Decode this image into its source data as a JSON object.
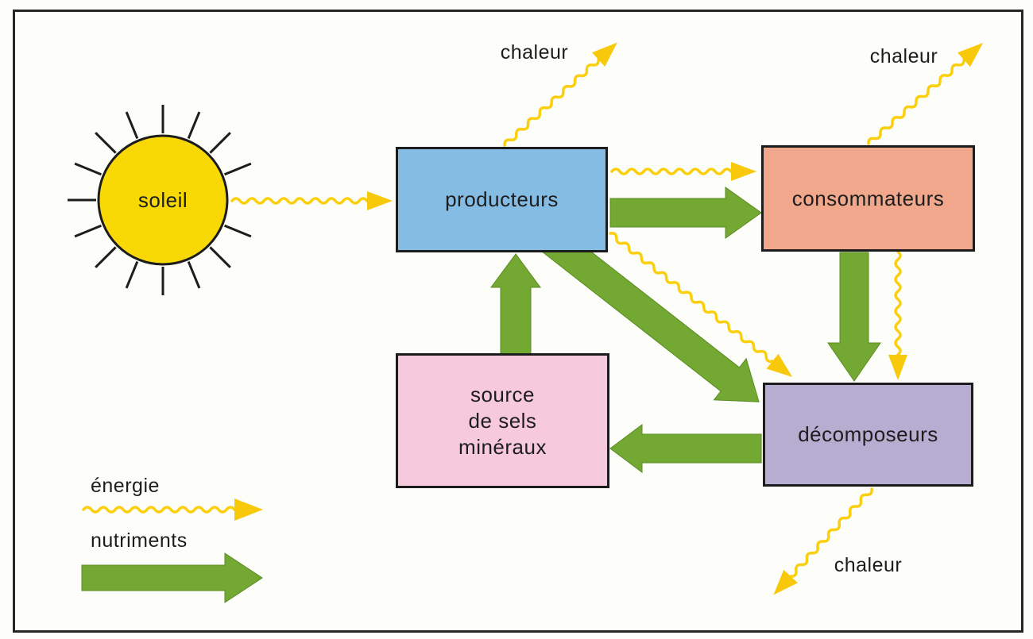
{
  "diagram": {
    "description": "ecosystem energy and nutrient flow diagram",
    "nodes": {
      "soleil": {
        "label": "soleil",
        "color": "#f8d906",
        "shape": "sun"
      },
      "producteurs": {
        "label": "producteurs",
        "color": "#85bce3",
        "shape": "rect"
      },
      "consommateurs": {
        "label": "consommateurs",
        "color": "#f0a78c",
        "shape": "rect"
      },
      "source_sels_mineraux": {
        "line1": "source",
        "line2": "de sels",
        "line3": "minéraux",
        "color": "#f7c9dc",
        "shape": "rect"
      },
      "decomposeurs": {
        "label": "décomposeurs",
        "color": "#b6add1",
        "shape": "rect"
      }
    },
    "heat_labels": {
      "top_center": "chaleur",
      "top_right": "chaleur",
      "bottom_right": "chaleur"
    },
    "energy_flows": [
      {
        "from": "soleil",
        "to": "producteurs"
      },
      {
        "from": "producteurs",
        "to": "chaleur (haut)"
      },
      {
        "from": "producteurs",
        "to": "consommateurs"
      },
      {
        "from": "producteurs",
        "to": "décomposeurs"
      },
      {
        "from": "consommateurs",
        "to": "chaleur (haut droite)"
      },
      {
        "from": "consommateurs",
        "to": "décomposeurs"
      },
      {
        "from": "décomposeurs",
        "to": "chaleur (bas)"
      }
    ],
    "nutrient_flows": [
      {
        "from": "producteurs",
        "to": "consommateurs"
      },
      {
        "from": "producteurs",
        "to": "décomposeurs"
      },
      {
        "from": "consommateurs",
        "to": "décomposeurs"
      },
      {
        "from": "décomposeurs",
        "to": "source de sels minéraux"
      },
      {
        "from": "source de sels minéraux",
        "to": "producteurs"
      }
    ],
    "legend": {
      "energy": {
        "label": "énergie",
        "color": "#fccf0d",
        "style": "wavy-arrow"
      },
      "nutrients": {
        "label": "nutriments",
        "color": "#73a832",
        "style": "thick-arrow"
      }
    }
  }
}
